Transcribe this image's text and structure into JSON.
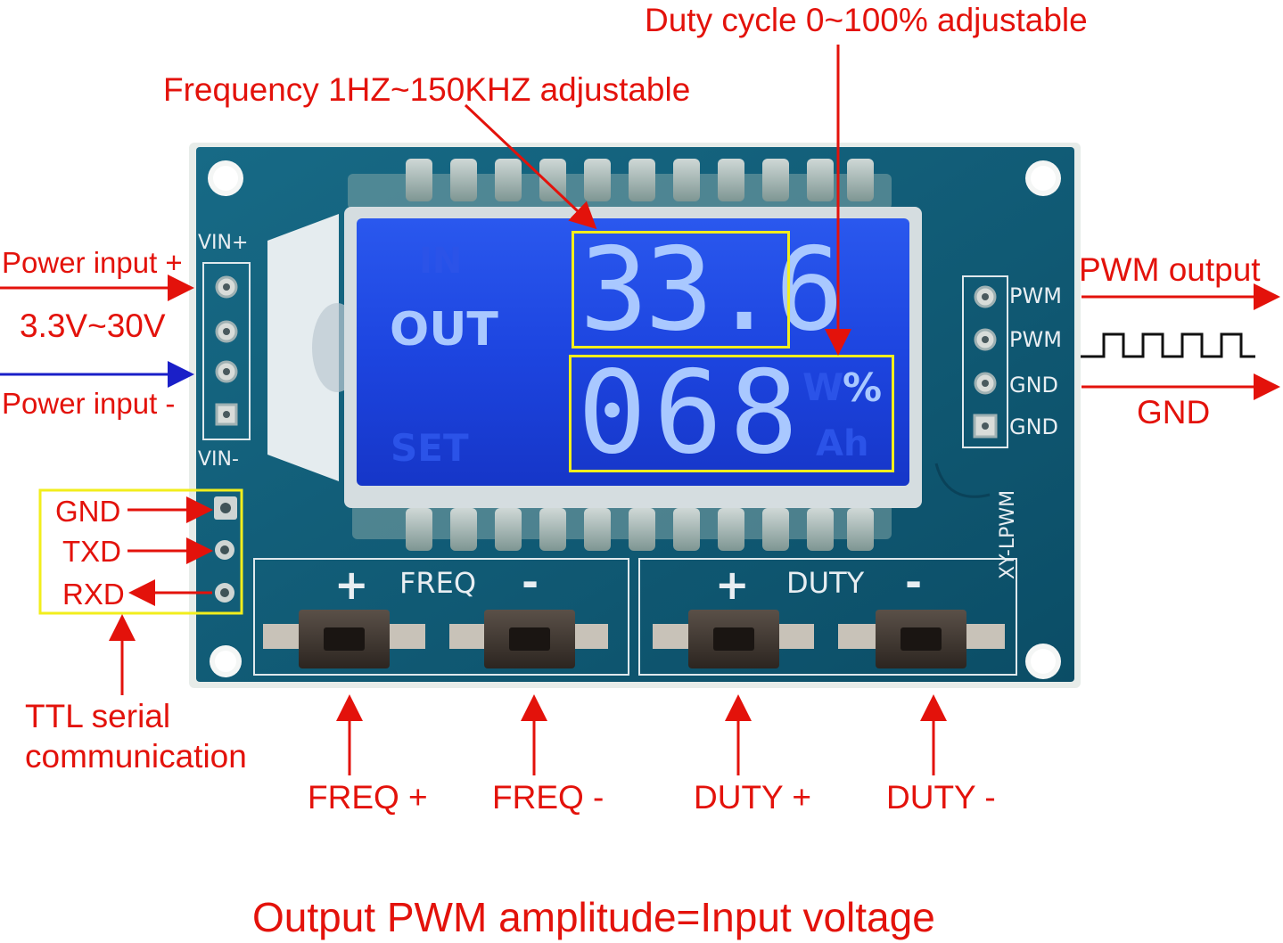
{
  "board": {
    "model": "XY-LPWM",
    "pin_labels": {
      "vin_plus": "VIN+",
      "vin_minus": "VIN-",
      "out_pwm_1": "PWM",
      "out_pwm_2": "PWM",
      "out_gnd_1": "GND",
      "out_gnd_2": "GND"
    },
    "button_groups": {
      "freq": {
        "plus": "+",
        "label": "FREQ",
        "minus": "-"
      },
      "duty": {
        "plus": "+",
        "label": "DUTY",
        "minus": "-"
      }
    },
    "lcd": {
      "mode": "OUT",
      "frequency_value": "33.6",
      "duty_value": "068",
      "duty_unit": "%",
      "ghost_segments": [
        "IN",
        "SET",
        "W",
        "Ah"
      ]
    }
  },
  "annotations": {
    "duty_cycle": "Duty cycle 0~100% adjustable",
    "frequency": "Frequency 1HZ~150KHZ adjustable",
    "power_plus": "Power input +",
    "voltage_range": "3.3V~30V",
    "power_minus": "Power input -",
    "pwm_output": "PWM output",
    "gnd_output": "GND",
    "ttl_gnd": "GND",
    "ttl_txd": "TXD",
    "ttl_rxd": "RXD",
    "ttl_serial_line1": "TTL serial",
    "ttl_serial_line2": "communication",
    "freq_plus": "FREQ +",
    "freq_minus": "FREQ -",
    "duty_plus": "DUTY +",
    "duty_minus": "DUTY -",
    "footer": "Output PWM amplitude=Input voltage"
  },
  "colors": {
    "annotation": "#e3120b",
    "highlight_box": "#f2ee1c",
    "power_minus_arrow": "#1a1fc8",
    "pcb": "#0f5e78",
    "lcd": "#1a45e6",
    "lcd_digits": "#a9c8ff"
  },
  "icons": {
    "waveform": "square-wave-icon"
  }
}
